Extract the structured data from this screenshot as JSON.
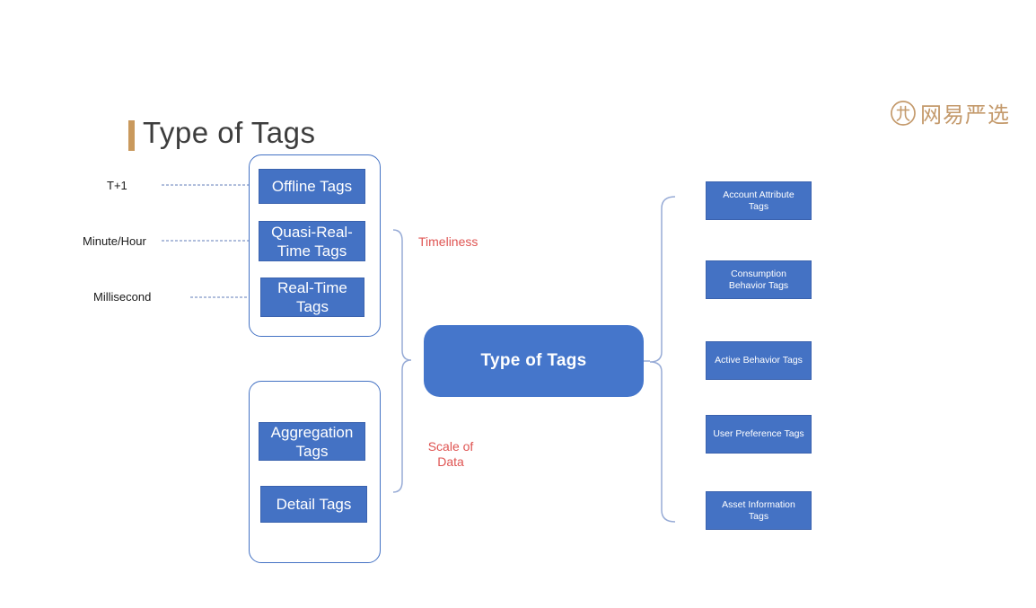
{
  "page": {
    "title": "Type of Tags"
  },
  "logo": {
    "text": "网易严选"
  },
  "center_node": {
    "label": "Type of Tags"
  },
  "branches": {
    "timeliness_label": "Timeliness",
    "scale_label": "Scale of Data"
  },
  "timeliness_group": {
    "annotations": [
      {
        "label": "T+1"
      },
      {
        "label": "Minute/Hour"
      },
      {
        "label": "Millisecond"
      }
    ],
    "boxes": [
      {
        "label": "Offline Tags"
      },
      {
        "label": "Quasi-Real-Time Tags"
      },
      {
        "label": "Real-Time Tags"
      }
    ]
  },
  "scale_group": {
    "boxes": [
      {
        "label": "Aggregation Tags"
      },
      {
        "label": "Detail Tags"
      }
    ]
  },
  "category_group": {
    "boxes": [
      {
        "label": "Account Attribute Tags"
      },
      {
        "label": "Consumption Behavior Tags"
      },
      {
        "label": "Active Behavior Tags"
      },
      {
        "label": "User Preference Tags"
      },
      {
        "label": "Asset Information Tags"
      }
    ]
  },
  "colors": {
    "node_blue": "#4472C4",
    "node_border": "#3A62AE",
    "center_node_blue": "#4576CB",
    "container_border": "#4472C4",
    "brace": "#97ABD6",
    "dashed_connector": "#8096C8",
    "red_label": "#DF5452",
    "brand_tan": "#C49A6C",
    "title_text": "#3D3D3D",
    "title_accent": "#C9995D"
  }
}
